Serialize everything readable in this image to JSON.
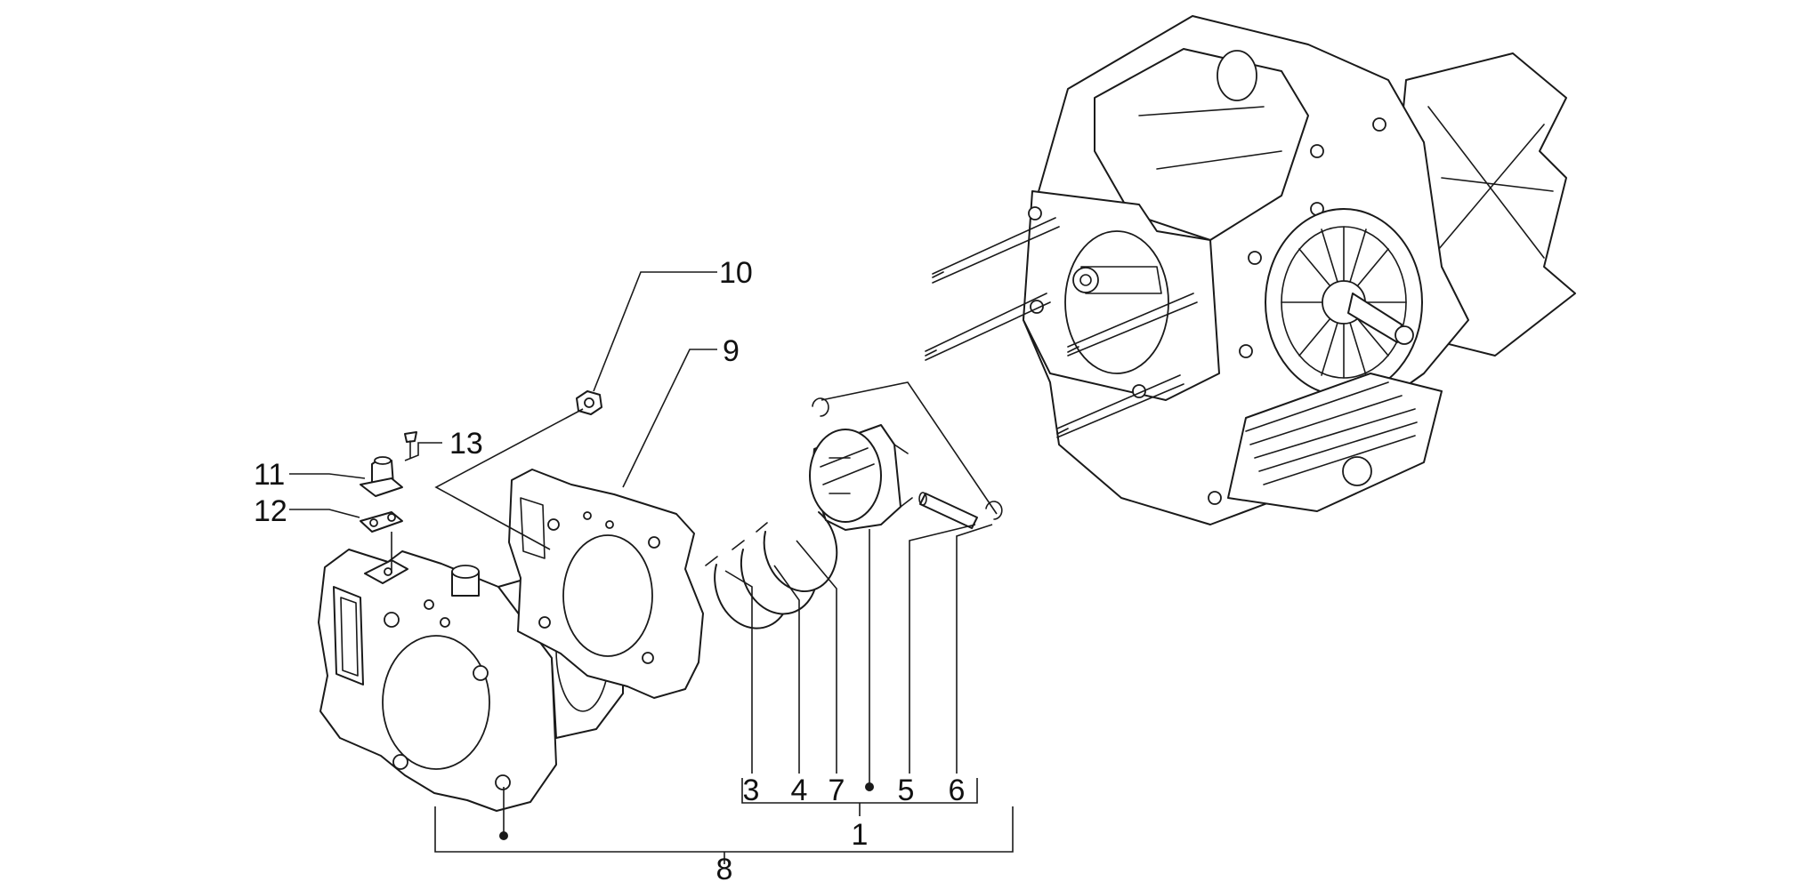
{
  "callouts": [
    {
      "id": "c1",
      "label": "1"
    },
    {
      "id": "c3",
      "label": "3"
    },
    {
      "id": "c4",
      "label": "4"
    },
    {
      "id": "c5",
      "label": "5"
    },
    {
      "id": "c6",
      "label": "6"
    },
    {
      "id": "c7",
      "label": "7"
    },
    {
      "id": "c8",
      "label": "8"
    },
    {
      "id": "c9",
      "label": "9"
    },
    {
      "id": "c10",
      "label": "10"
    },
    {
      "id": "c11",
      "label": "11"
    },
    {
      "id": "c12",
      "label": "12"
    },
    {
      "id": "c13",
      "label": "13"
    }
  ],
  "colors": {
    "ink": "#1a1a1a",
    "background": "#ffffff"
  }
}
